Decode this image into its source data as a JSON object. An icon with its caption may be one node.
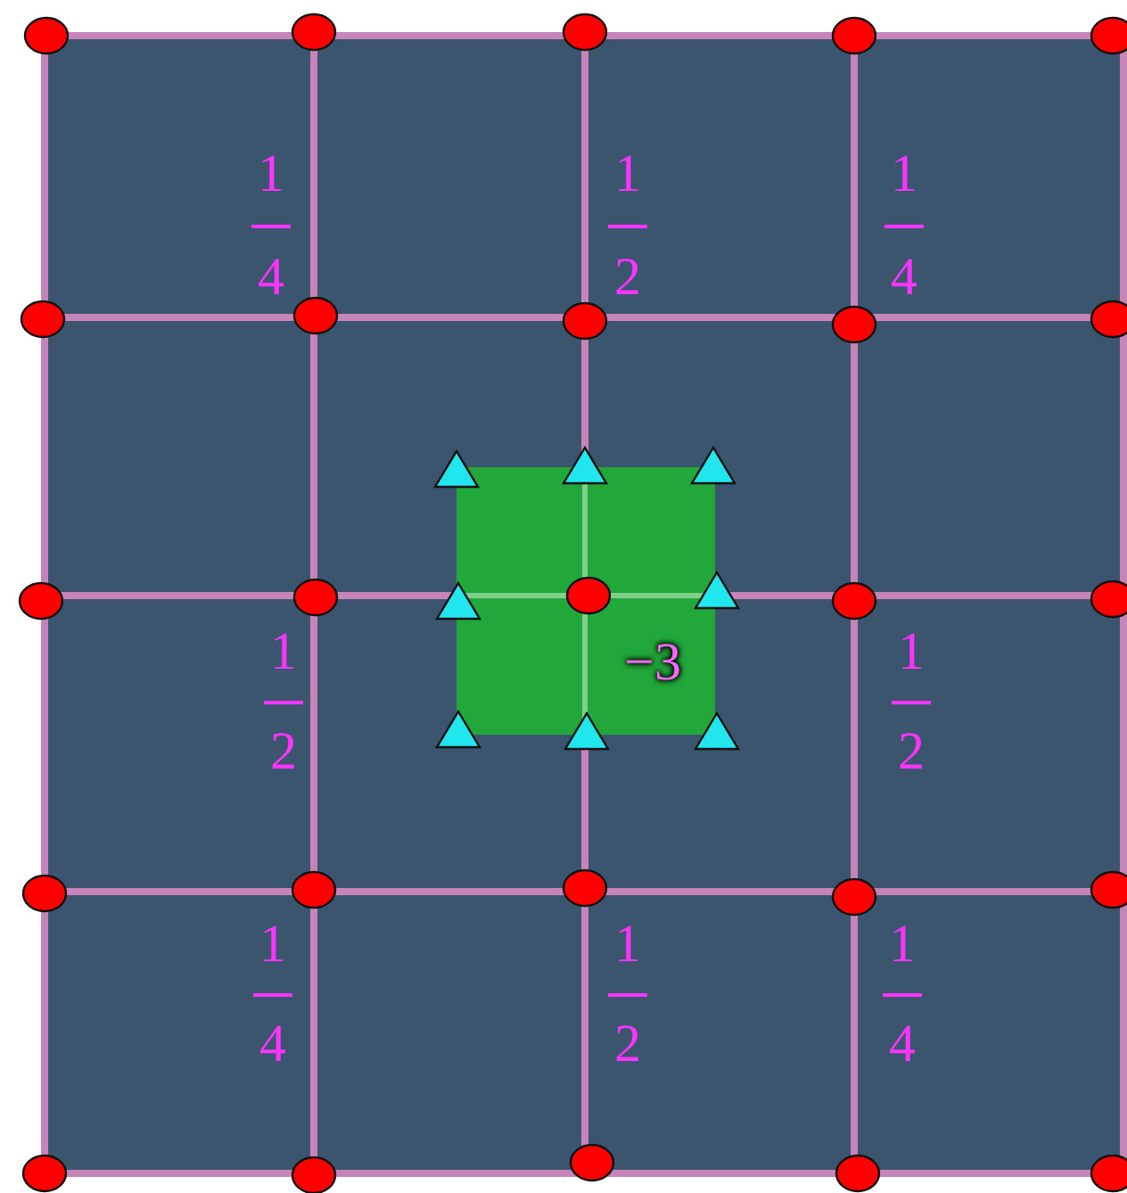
{
  "diagram": {
    "labels": [
      "1",
      "4",
      "1",
      "2",
      "1",
      "4",
      "1",
      "2",
      "−3",
      "1",
      "2",
      "1",
      "4",
      "1",
      "2",
      "1",
      "4"
    ]
  }
}
